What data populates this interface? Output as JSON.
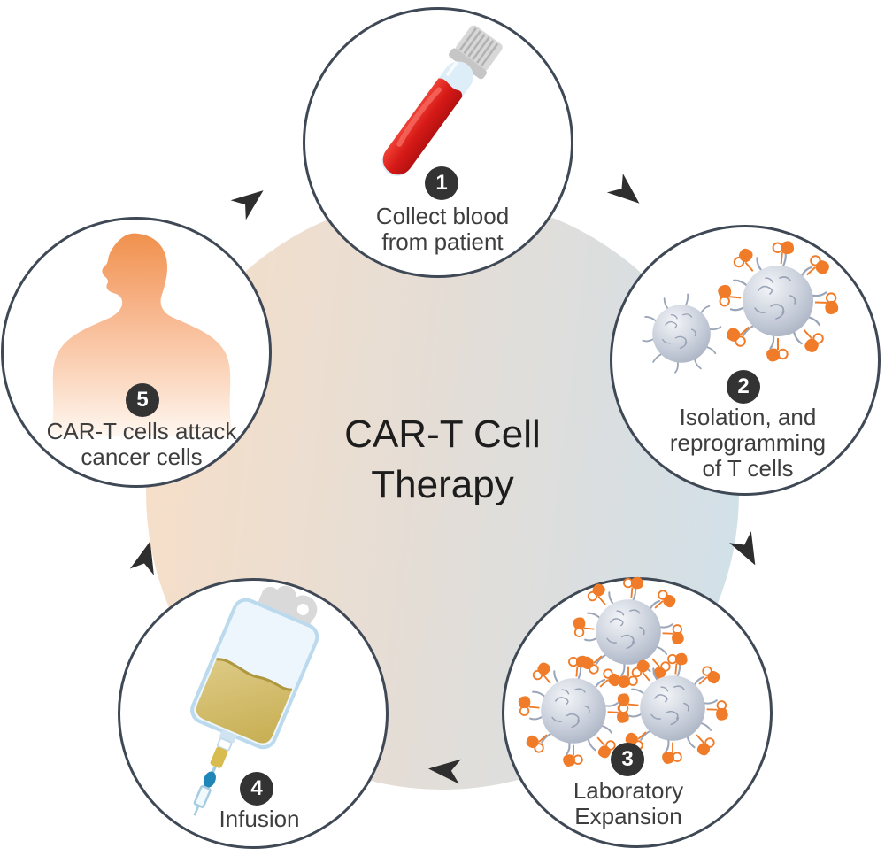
{
  "title": {
    "line1": "CAR-T Cell",
    "line2": "Therapy"
  },
  "steps": [
    {
      "number": "1",
      "icon": "blood-tube-icon",
      "lines": [
        "Collect blood",
        "from patient"
      ]
    },
    {
      "number": "2",
      "icon": "t-cell-reprogramming-icon",
      "lines": [
        "Isolation, and",
        "reprogramming",
        "of T cells"
      ]
    },
    {
      "number": "3",
      "icon": "car-t-cells-expansion-icon",
      "lines": [
        "Laboratory",
        "Expansion"
      ]
    },
    {
      "number": "4",
      "icon": "iv-infusion-bag-icon",
      "lines": [
        "Infusion"
      ]
    },
    {
      "number": "5",
      "icon": "patient-silhouette-icon",
      "lines": [
        "CAR-T cells attack",
        "cancer cells"
      ]
    }
  ],
  "colors": {
    "circle_border": "#3f4855",
    "badge_background": "#333333",
    "badge_text": "#ffffff",
    "label_text": "#3e3e3e",
    "title_text": "#1d1d1d",
    "arrow": "#2e2e2e",
    "receptor_orange": "#f07b28",
    "cell_gray": "#c3cad6",
    "blood_red": "#d61a17",
    "iv_fluid_yellow": "#d2ba62",
    "silhouette_orange": "#f0934e",
    "gradient_left_peach": "#f7dfc8",
    "gradient_right_blue": "#d0e0ea"
  }
}
